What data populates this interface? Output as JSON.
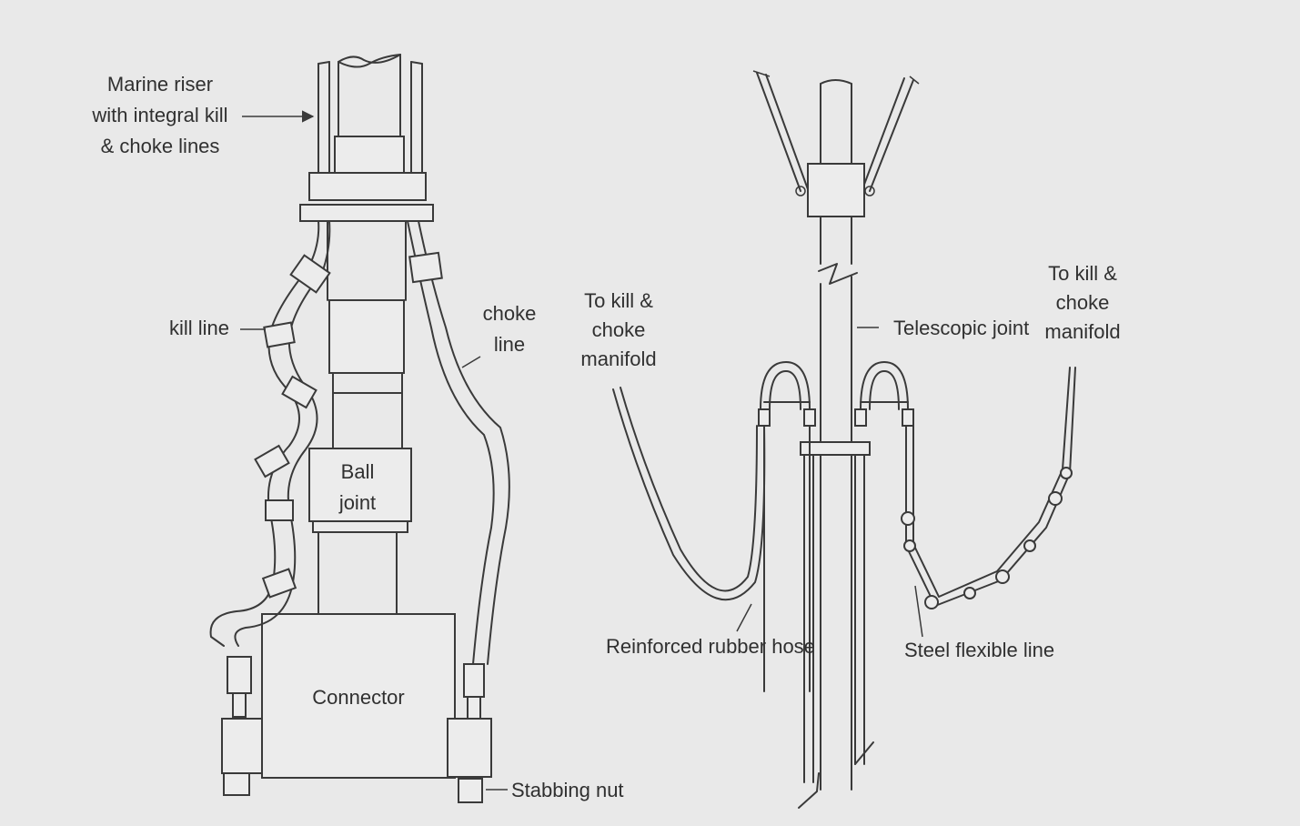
{
  "labels": {
    "marine_riser": [
      "Marine riser",
      "with integral kill",
      "& choke lines"
    ],
    "kill_line": "kill line",
    "choke_line": [
      "choke",
      "line"
    ],
    "ball_joint": [
      "Ball",
      "joint"
    ],
    "connector": "Connector",
    "stabbing_nut": "Stabbing nut",
    "to_kill_choke_left": [
      "To kill &",
      "choke",
      "manifold"
    ],
    "to_kill_choke_right": [
      "To kill &",
      "choke",
      "manifold"
    ],
    "telescopic_joint": "Telescopic joint",
    "reinforced_rubber_hose": "Reinforced rubber hose",
    "steel_flexible_line": "Steel flexible line"
  }
}
